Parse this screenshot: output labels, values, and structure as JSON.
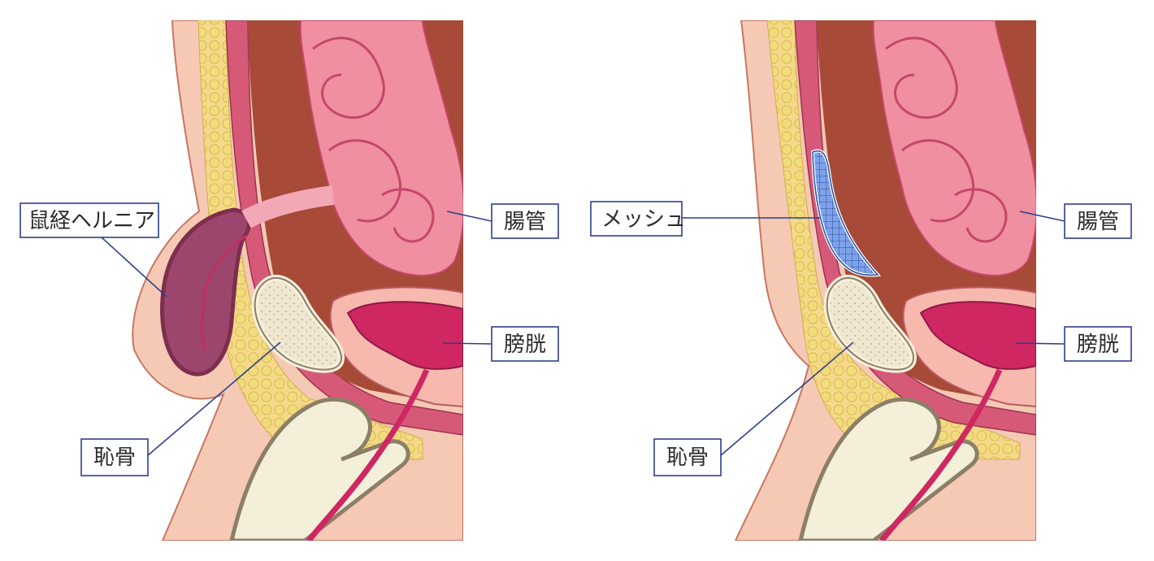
{
  "left_panel": {
    "labels": {
      "hernia": "鼠経ヘルニア",
      "intestine": "腸管",
      "bladder": "膀胱",
      "pubic_bone": "恥骨"
    }
  },
  "right_panel": {
    "labels": {
      "mesh": "メッシュ",
      "intestine": "腸管",
      "bladder": "膀胱",
      "pubic_bone": "恥骨"
    }
  },
  "colors": {
    "skin": "#f6c9b4",
    "fat": "#f1dc7d",
    "muscle": "#d65a78",
    "cavity": "#a74a37",
    "intestine": "#ef8fa0",
    "bladder": "#cf2762",
    "bone": "#f4efd9",
    "mesh": "#4d7bd1",
    "callout": "#2f3f8a"
  }
}
